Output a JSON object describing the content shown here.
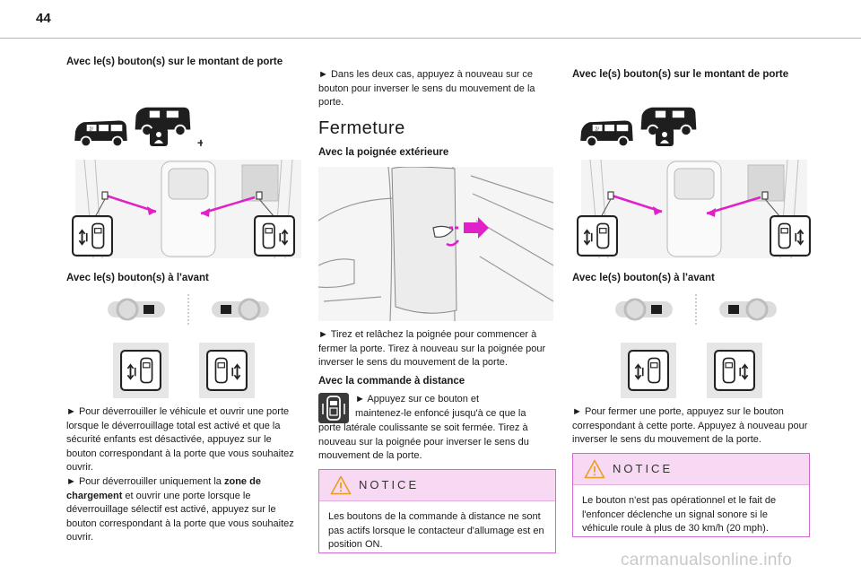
{
  "page": {
    "number": "44",
    "watermark": "carmanualsonline.info"
  },
  "left": {
    "heading_pillar": "Avec le(s) bouton(s) sur le montant de porte",
    "heading_front": "Avec le(s) bouton(s) à l'avant",
    "para1": "► Pour déverrouiller le véhicule et ouvrir une porte lorsque le déverrouillage total est activé et que la sécurité enfants est désactivée, appuyez sur le bouton correspondant à la porte que vous souhaitez ouvrir.",
    "para2_pre": "► Pour déverrouiller uniquement la ",
    "para2_bold": "zone de chargement",
    "para2_post": " et ouvrir une porte lorsque le déverrouillage sélectif est activé, appuyez sur le bouton correspondant à la porte que vous souhaitez ouvrir."
  },
  "middle": {
    "intro": "► Dans les deux cas, appuyez à nouveau sur ce bouton pour inverser le sens du mouvement de la porte.",
    "section_title": "Fermeture",
    "heading_handle": "Avec la poignée extérieure",
    "para_handle": "► Tirez et relâchez la poignée pour commencer à fermer la porte. Tirez à nouveau sur la poignée pour inverser le sens du mouvement de la porte.",
    "heading_remote": "Avec la commande à distance",
    "para_remote_a": "► Appuyez sur ce bouton et",
    "para_remote_b": "maintenez-le enfoncé jusqu'à ce que la",
    "para_remote_c": "porte latérale coulissante se soit fermée. Tirez à nouveau sur la poignée pour inverser le sens du mouvement de la porte.",
    "notice_title": "NOTICE",
    "notice_text": "Les boutons de la commande à distance ne sont pas actifs lorsque le contacteur d'allumage est en position ON."
  },
  "right": {
    "heading_pillar": "Avec le(s) bouton(s) sur le montant de porte",
    "heading_front": "Avec le(s) bouton(s) à l'avant",
    "para1": "► Pour fermer une porte, appuyez sur le bouton correspondant à cette porte. Appuyez à nouveau pour inverser le sens du mouvement de la porte.",
    "notice_title": "NOTICE",
    "notice_text": "Le bouton n'est pas opérationnel et le fait de l'enfoncer déclenche un signal sonore si le véhicule roule à plus de 30 km/h (20 mph)."
  },
  "colors": {
    "accent_magenta": "#e020c8",
    "notice_border": "#d06ad0",
    "notice_bg": "#f8d9f3",
    "warning_triangle": "#e8a020"
  }
}
